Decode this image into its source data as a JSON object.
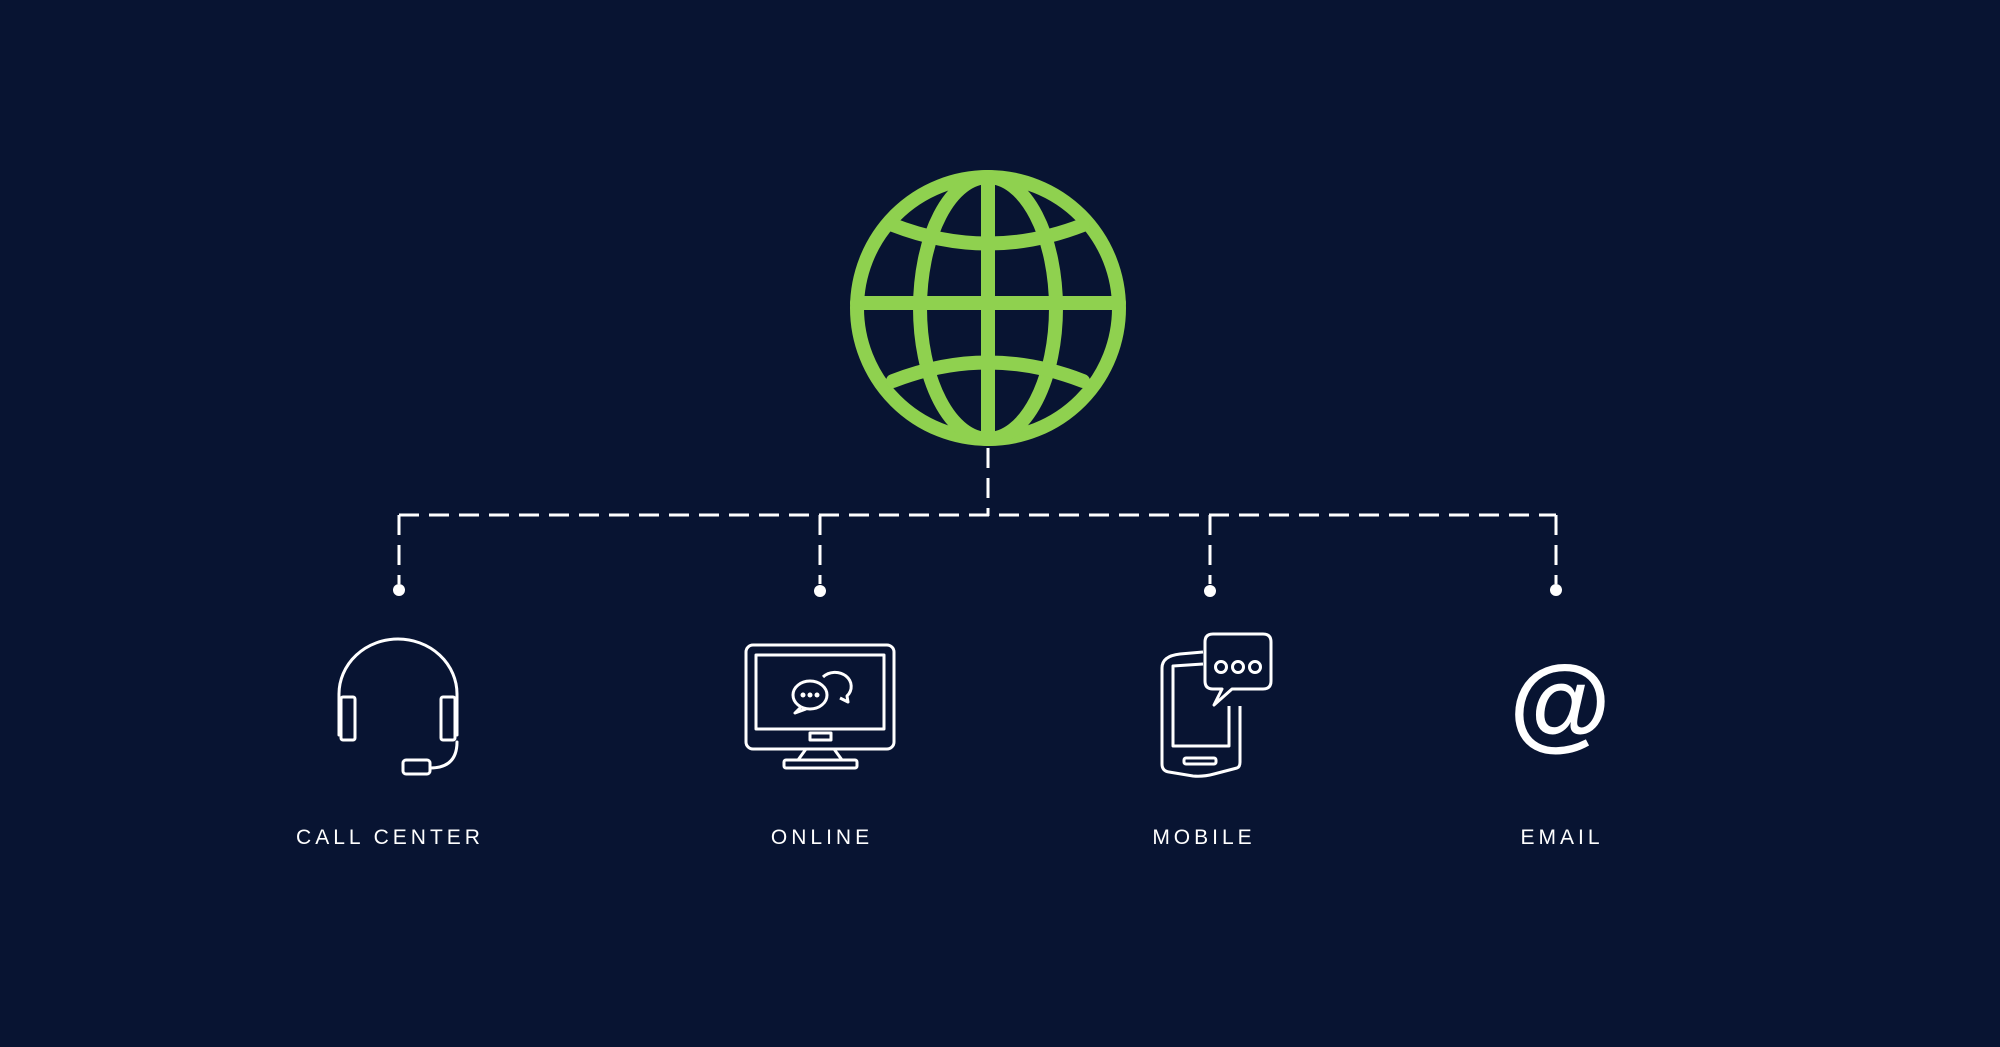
{
  "diagram": {
    "root": {
      "icon": "globe-icon"
    },
    "channels": [
      {
        "label": "CALL CENTER",
        "icon": "headset-icon"
      },
      {
        "label": "ONLINE",
        "icon": "monitor-chat-icon"
      },
      {
        "label": "MOBILE",
        "icon": "mobile-chat-icon"
      },
      {
        "label": "EMAIL",
        "icon": "at-sign-icon"
      }
    ]
  },
  "colors": {
    "background": "#081432",
    "globe": "#8fd14f",
    "lines": "#ffffff",
    "icons": "#ffffff",
    "text": "#ffffff"
  }
}
